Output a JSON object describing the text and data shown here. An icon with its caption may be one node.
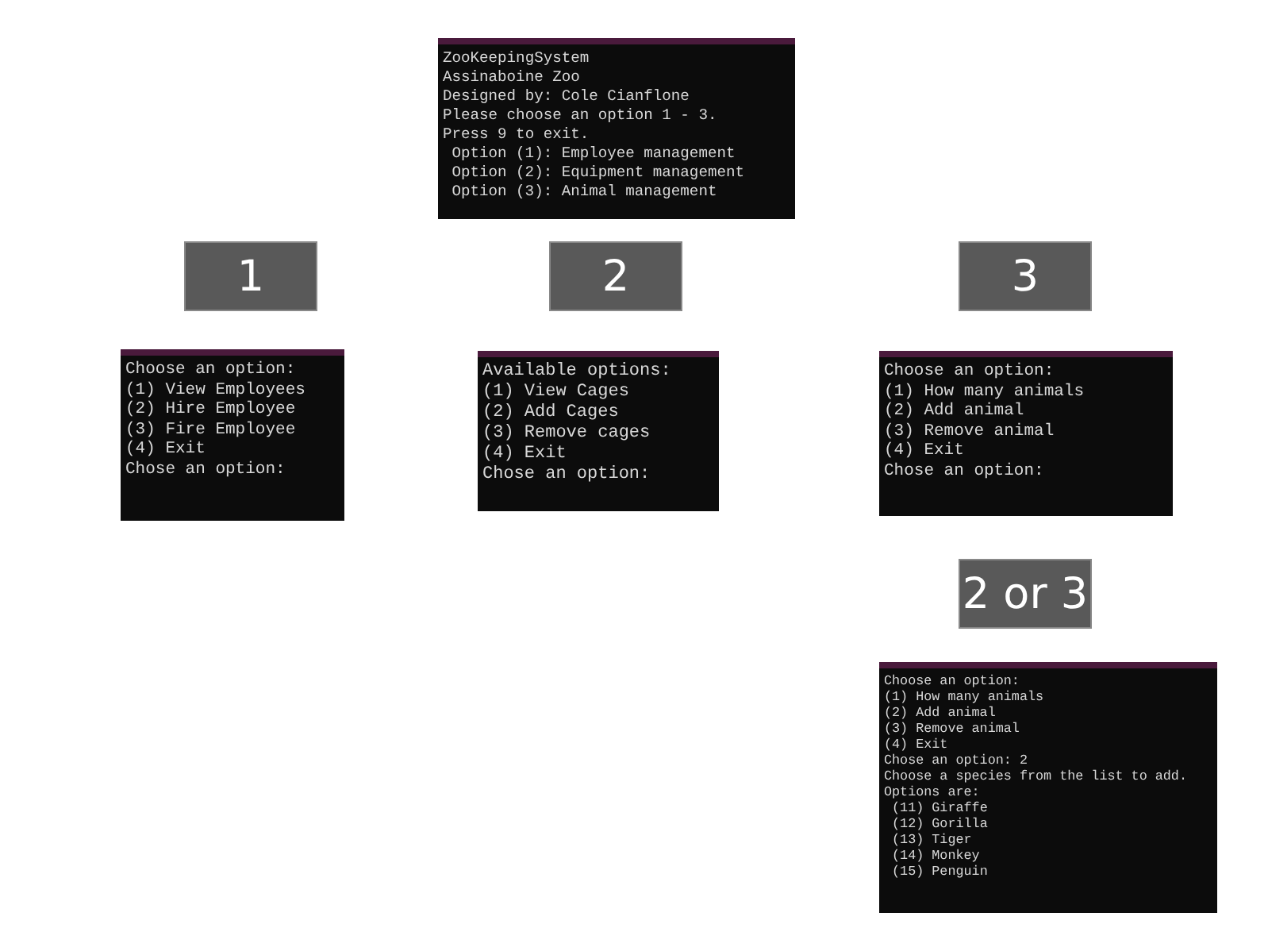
{
  "diagram": {
    "nodes": [
      {
        "text": [
          "ZooKeepingSystem",
          "Assinaboine Zoo",
          "Designed by: Cole Cianflone",
          "Please choose an option 1 - 3.",
          "Press 9 to exit.",
          "Option (1): Employee management",
          "Option (2): Equipment management",
          "Option (3): Animal management"
        ]
      },
      {
        "text": [
          "1"
        ]
      },
      {
        "text": [
          "2"
        ]
      },
      {
        "text": [
          "3"
        ]
      },
      {
        "text": [
          "Choose an option:",
          "(1) View Employees",
          "(2) Hire Employee",
          "(3) Fire Employee",
          "(4) Exit",
          "Chose an option:"
        ]
      },
      {
        "text": [
          "Available options:",
          "(1) View Cages",
          "(2) Add Cages",
          "(3) Remove cages",
          "(4) Exit",
          "Chose an option:"
        ]
      },
      {
        "text": [
          "Choose an option:",
          "(1) How many animals",
          "(2) Add animal",
          "(3) Remove animal",
          "(4) Exit",
          "Chose an option:"
        ]
      },
      {
        "text": [
          "2 or 3"
        ]
      },
      {
        "text": [
          "Choose an option:",
          "(1) How many animals",
          "(2) Add animal",
          "(3) Remove animal",
          "(4) Exit",
          "Chose an option: 2",
          "Choose a species from the list to add.",
          "Options are:",
          "(11) Giraffe",
          "(12) Gorilla",
          "(13) Tiger",
          "(14) Monkey",
          "(15) Penguin"
        ]
      }
    ],
    "edges": []
  }
}
